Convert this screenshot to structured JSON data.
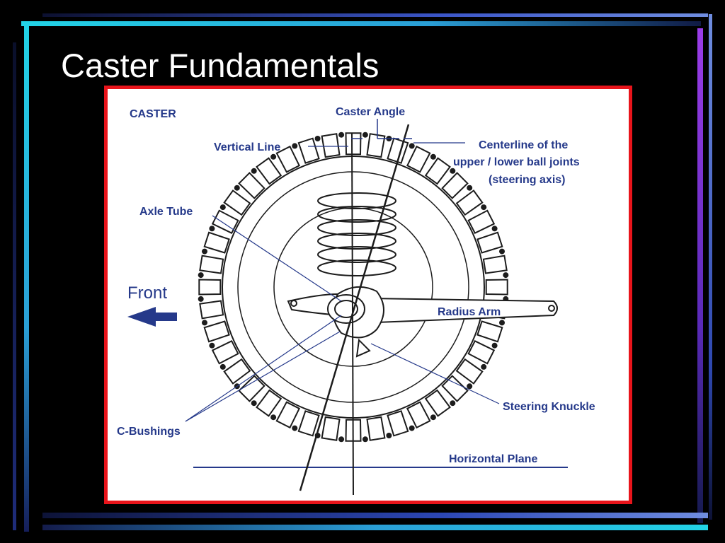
{
  "slide": {
    "title": "Caster Fundamentals"
  },
  "diagram": {
    "heading": "CASTER",
    "labels": {
      "caster_angle": "Caster Angle",
      "vertical_line": "Vertical Line",
      "centerline_1": "Centerline of the",
      "centerline_2": "upper / lower ball joints",
      "centerline_3": "(steering axis)",
      "axle_tube": "Axle Tube",
      "front": "Front",
      "radius_arm": "Radius Arm",
      "steering_knuckle": "Steering Knuckle",
      "c_bushings": "C-Bushings",
      "horizontal_plane": "Horizontal Plane"
    },
    "colors": {
      "label": "#25398a",
      "frame_border": "#e8141b",
      "line": "#1c1c1c"
    }
  },
  "decor": {
    "colors": [
      "#22d3e6",
      "#6f8de0",
      "#9b3de8",
      "#121a46"
    ]
  }
}
